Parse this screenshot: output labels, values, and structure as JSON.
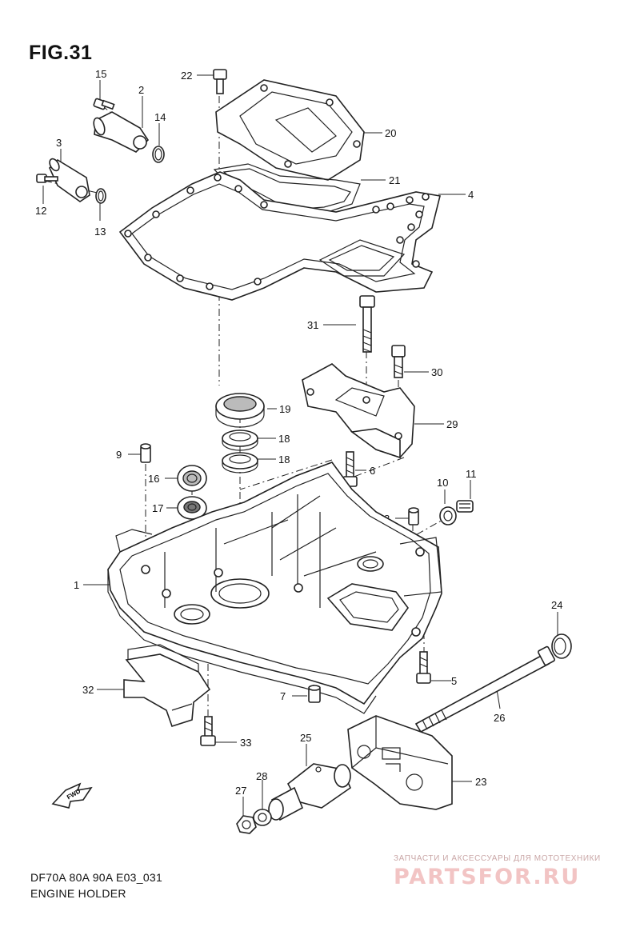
{
  "figure": {
    "title": "FIG.31",
    "model_code": "DF70A 80A 90A E03_031",
    "name": "ENGINE HOLDER",
    "fwd_marker": "FWD"
  },
  "callouts": [
    "22",
    "15",
    "2",
    "14",
    "20",
    "3",
    "21",
    "4",
    "12",
    "13",
    "31",
    "30",
    "19",
    "29",
    "18",
    "9",
    "18",
    "6",
    "16",
    "10",
    "11",
    "17",
    "8",
    "1",
    "24",
    "5",
    "32",
    "7",
    "26",
    "33",
    "25",
    "23",
    "28",
    "27"
  ],
  "watermark": {
    "tagline": "ЗАПЧАСТИ И АКСЕССУАРЫ ДЛЯ МОТОТЕХНИКИ",
    "brand": "PARTSFOR.RU"
  }
}
